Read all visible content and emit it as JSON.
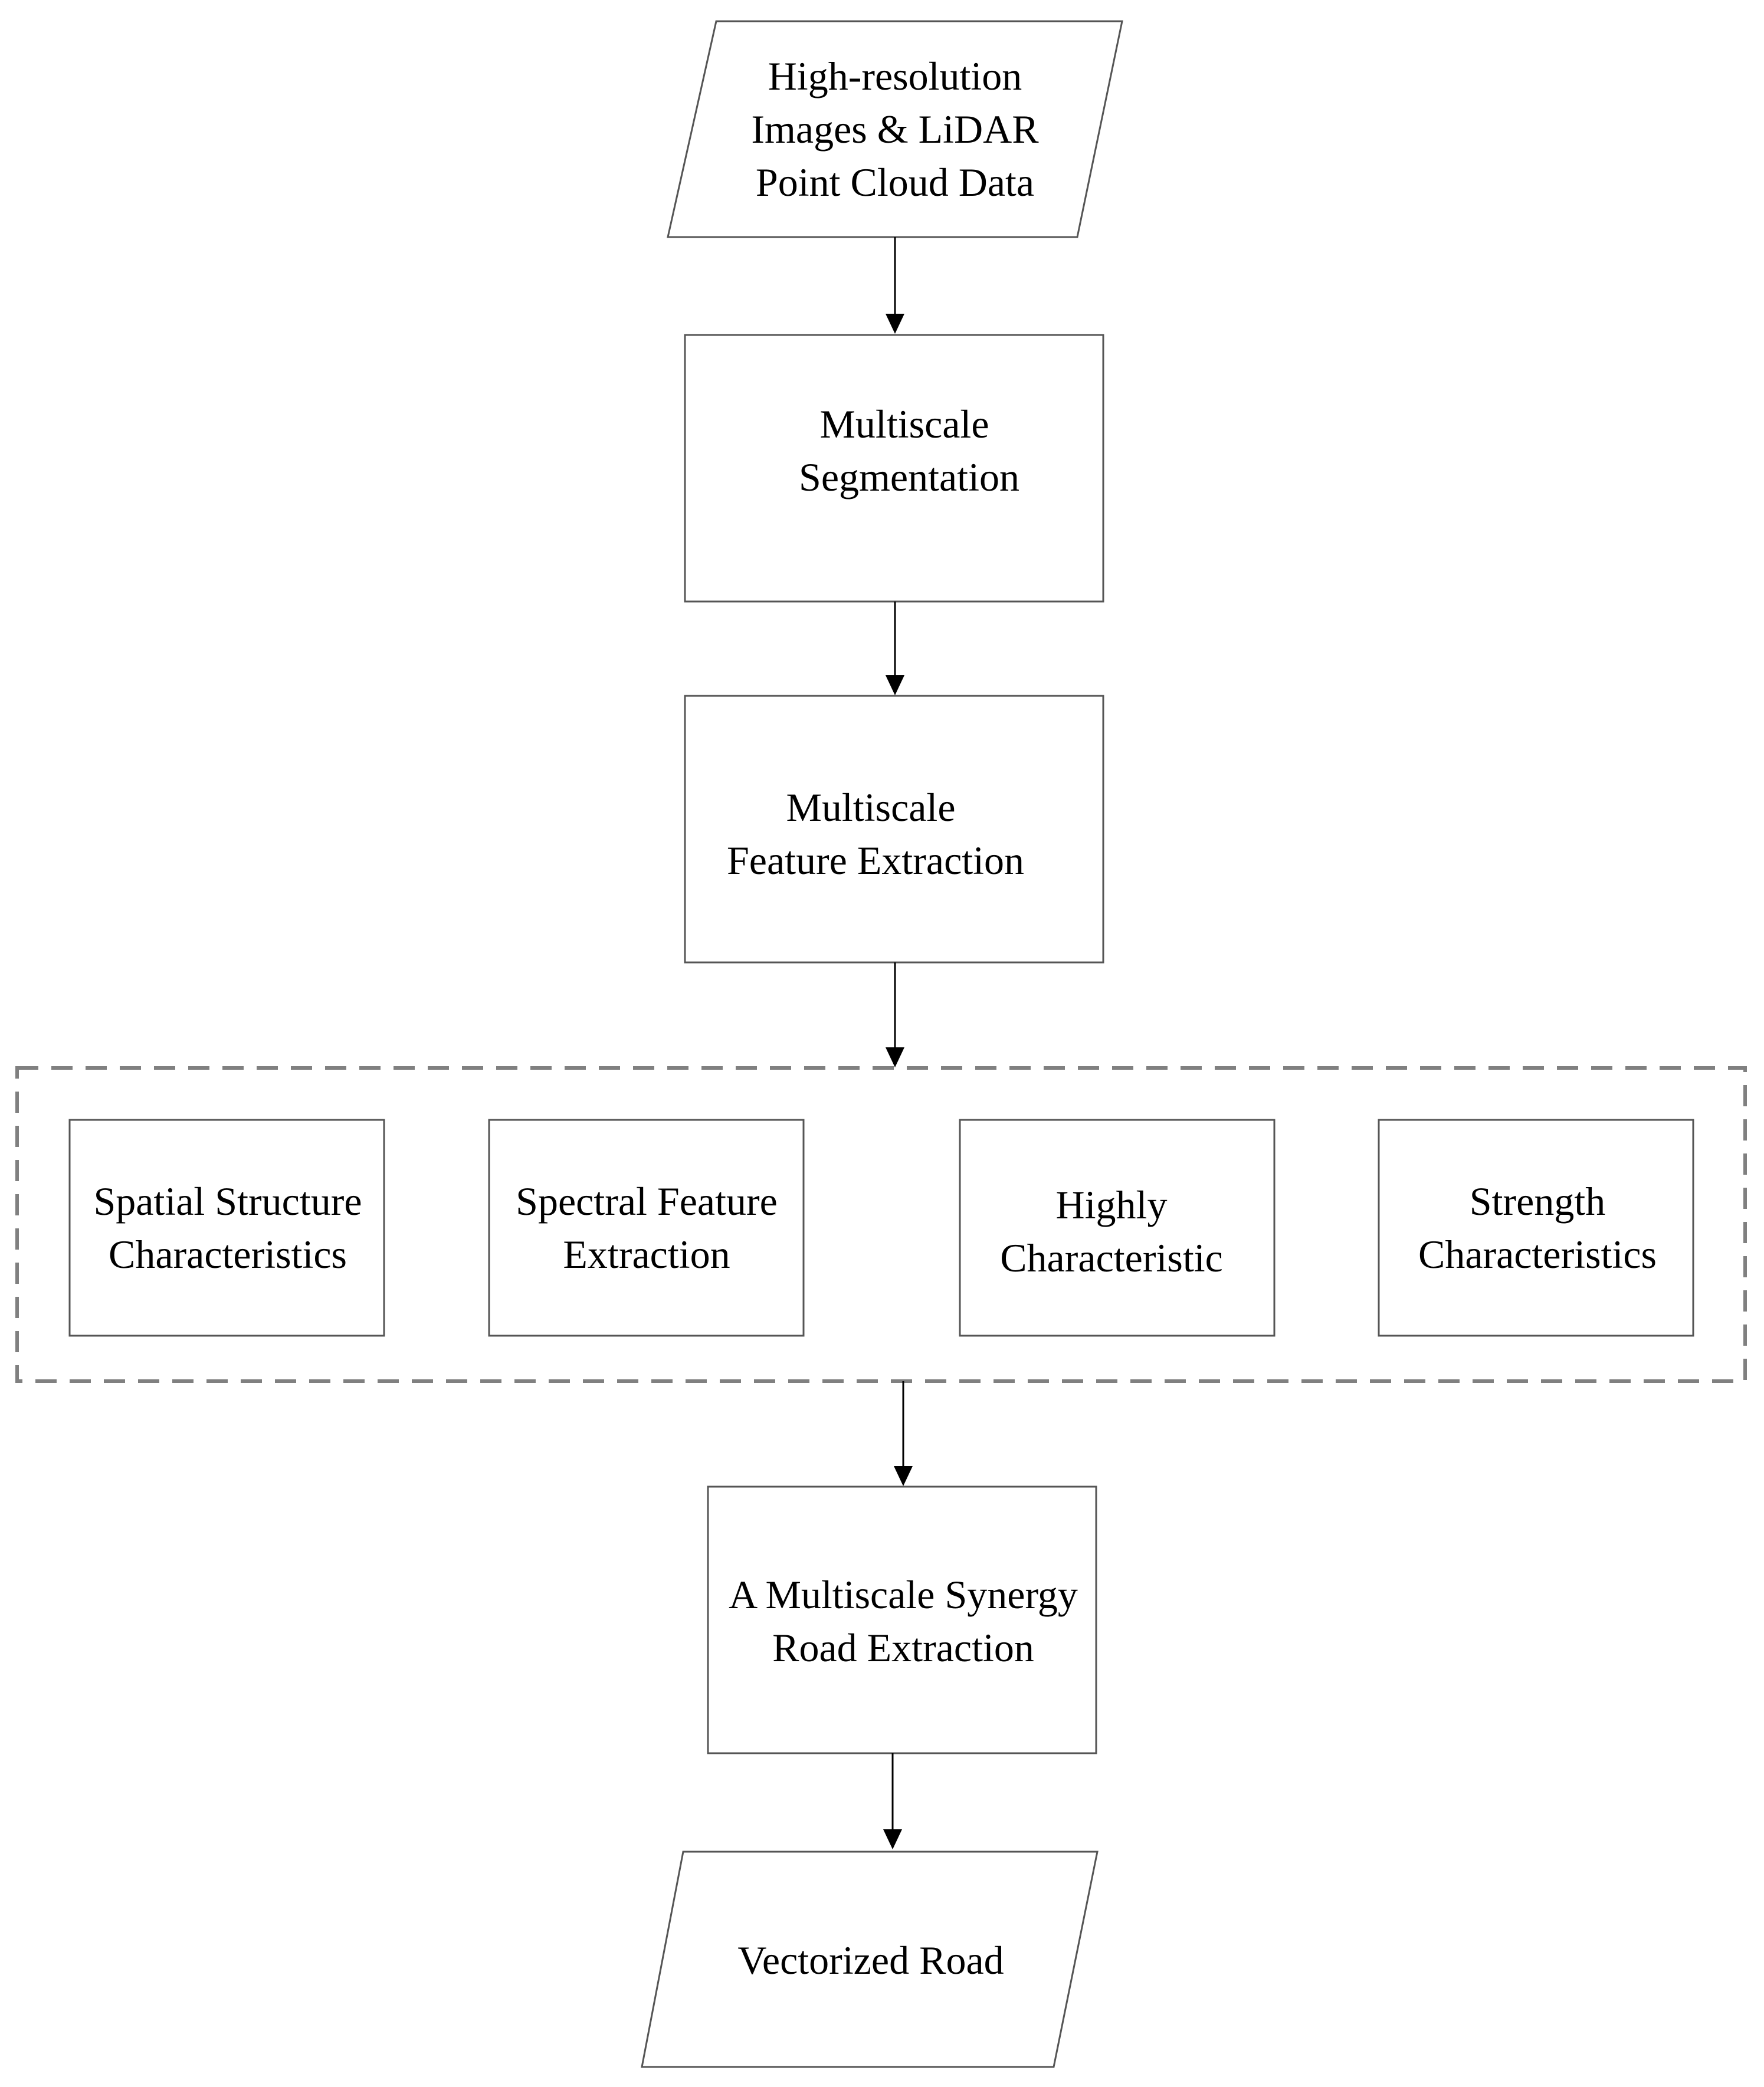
{
  "nodes": {
    "input": {
      "line1": "High-resolution",
      "line2": "Images & LiDAR",
      "line3": "Point Cloud Data"
    },
    "segmentation": {
      "line1": "Multiscale",
      "line2": "Segmentation"
    },
    "feature_extraction": {
      "line1": "Multiscale",
      "line2": "Feature Extraction"
    },
    "spatial": {
      "line1": "Spatial Structure",
      "line2": "Characteristics"
    },
    "spectral": {
      "line1": "Spectral Feature",
      "line2": "Extraction"
    },
    "height": {
      "line1": "Highly",
      "line2": "Characteristic"
    },
    "strength": {
      "line1": "Strength",
      "line2": "Characteristics"
    },
    "synergy": {
      "line1": "A Multiscale Synergy",
      "line2": "Road Extraction"
    },
    "output": {
      "line1": "Vectorized Road"
    }
  },
  "colors": {
    "stroke": "#555555",
    "dashed_group": "#808080",
    "arrow": "#000000",
    "text": "#000000",
    "background": "#ffffff"
  }
}
